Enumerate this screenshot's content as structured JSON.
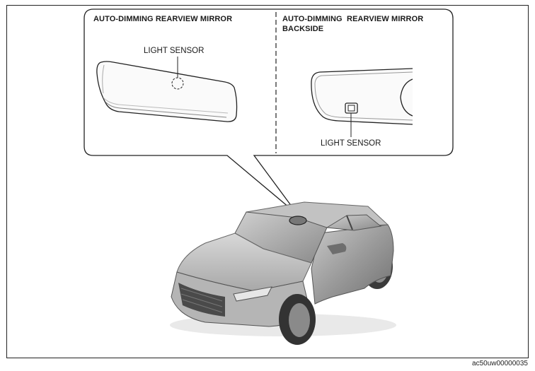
{
  "panels": {
    "left": {
      "title": "AUTO-DIMMING REARVIEW MIRROR",
      "sensor_label": "LIGHT SENSOR"
    },
    "right": {
      "title_line1": "AUTO-DIMMING  REARVIEW MIRROR",
      "title_line2": "BACKSIDE",
      "sensor_label": "LIGHT SENSOR"
    }
  },
  "figure_code": "ac50uw00000035"
}
